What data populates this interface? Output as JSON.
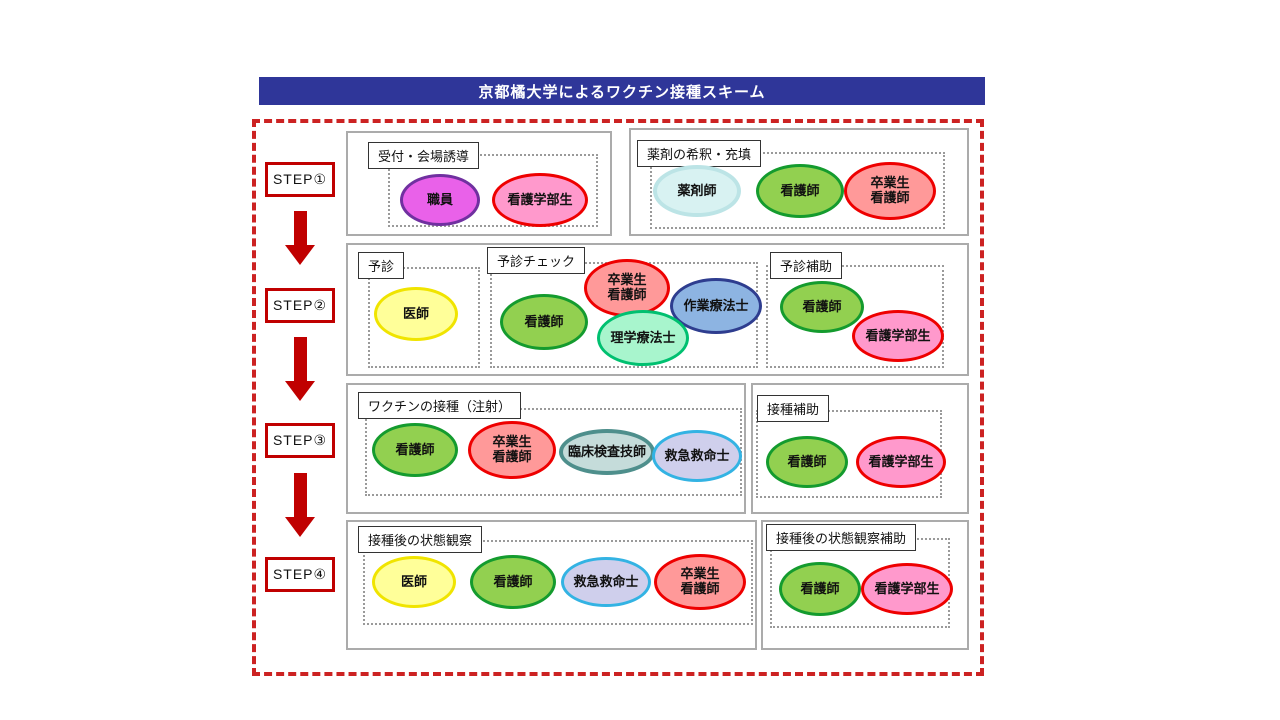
{
  "title": "京都橘大学によるワクチン接種スキーム",
  "steps": [
    "STEP①",
    "STEP②",
    "STEP③",
    "STEP④"
  ],
  "palette": {
    "title_bar_bg": "#2F3699",
    "title_text": "#FFFFFF",
    "outline_dashed_red": "#CC2222",
    "step_border_red": "#C00000",
    "arrow_red": "#C00000",
    "stage_box_border": "#ABABAB",
    "group_zone_dotted": "#9A9A9A",
    "roles": {
      "staff": {
        "fill": "#E961E9",
        "border": "#7030A0"
      },
      "student_nurse": {
        "fill": "#FF99CC",
        "border": "#EE0000"
      },
      "pharmacist": {
        "fill": "#D8F2F2",
        "border": "#BCE4E6"
      },
      "nurse": {
        "fill": "#92D050",
        "border": "#149B2E"
      },
      "grad_nurse": {
        "fill": "#FF9999",
        "border": "#EE0000"
      },
      "doctor": {
        "fill": "#FFFF99",
        "border": "#F0E400"
      },
      "occupational_therapist": {
        "fill": "#8DB4E2",
        "border": "#2E3D8F"
      },
      "physical_therapist": {
        "fill": "#A8F5CD",
        "border": "#00C070"
      },
      "lab_technician": {
        "fill": "#C5DCDA",
        "border": "#4E8F8C"
      },
      "paramedic": {
        "fill": "#CFCFEC",
        "border": "#33B3E3"
      }
    }
  },
  "rows": [
    {
      "boxes": [
        {
          "label": "受付・会場誘導",
          "roles": [
            {
              "text": "職員",
              "style": "staff"
            },
            {
              "text": "看護学部生",
              "style": "student_nurse"
            }
          ]
        },
        {
          "label": "薬剤の希釈・充填",
          "roles": [
            {
              "text": "薬剤師",
              "style": "pharmacist"
            },
            {
              "text": "看護師",
              "style": "nurse"
            },
            {
              "text": "卒業生\n看護師",
              "style": "grad_nurse"
            }
          ]
        }
      ]
    },
    {
      "boxes": [
        {
          "label": "予診",
          "roles": [
            {
              "text": "医師",
              "style": "doctor"
            }
          ]
        },
        {
          "label": "予診チェック",
          "roles": [
            {
              "text": "卒業生\n看護師",
              "style": "grad_nurse"
            },
            {
              "text": "作業療法士",
              "style": "occupational_therapist"
            },
            {
              "text": "看護師",
              "style": "nurse"
            },
            {
              "text": "理学療法士",
              "style": "physical_therapist"
            }
          ]
        },
        {
          "label": "予診補助",
          "roles": [
            {
              "text": "看護師",
              "style": "nurse"
            },
            {
              "text": "看護学部生",
              "style": "student_nurse"
            }
          ]
        }
      ]
    },
    {
      "boxes": [
        {
          "label": "ワクチンの接種（注射）",
          "roles": [
            {
              "text": "看護師",
              "style": "nurse"
            },
            {
              "text": "卒業生\n看護師",
              "style": "grad_nurse"
            },
            {
              "text": "臨床検査技師",
              "style": "lab_technician"
            },
            {
              "text": "救急救命士",
              "style": "paramedic"
            }
          ]
        },
        {
          "label": "接種補助",
          "roles": [
            {
              "text": "看護師",
              "style": "nurse"
            },
            {
              "text": "看護学部生",
              "style": "student_nurse"
            }
          ]
        }
      ]
    },
    {
      "boxes": [
        {
          "label": "接種後の状態観察",
          "roles": [
            {
              "text": "医師",
              "style": "doctor"
            },
            {
              "text": "看護師",
              "style": "nurse"
            },
            {
              "text": "救急救命士",
              "style": "paramedic"
            },
            {
              "text": "卒業生\n看護師",
              "style": "grad_nurse"
            }
          ]
        },
        {
          "label": "接種後の状態観察補助",
          "roles": [
            {
              "text": "看護師",
              "style": "nurse"
            },
            {
              "text": "看護学部生",
              "style": "student_nurse"
            }
          ]
        }
      ]
    }
  ]
}
